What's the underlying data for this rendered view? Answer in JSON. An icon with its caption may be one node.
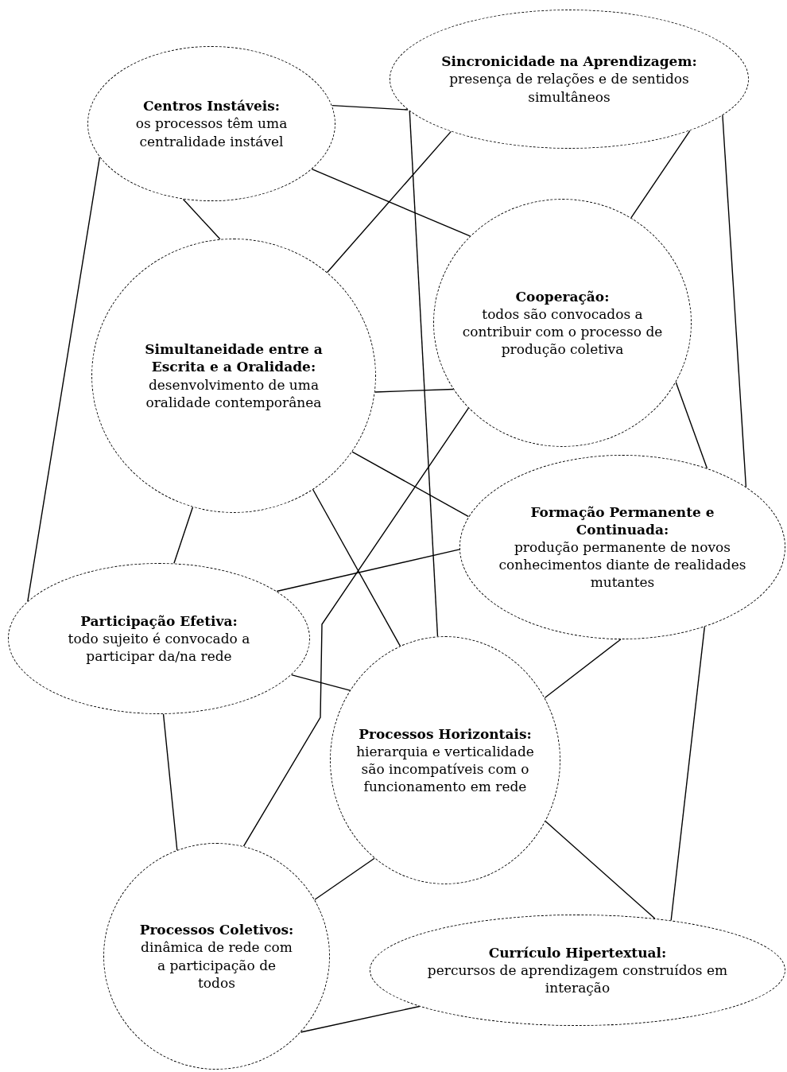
{
  "diagram": {
    "nodes": [
      {
        "text": [
          "Centros Instáveis:",
          "os processos têm uma centralidade instável"
        ]
      },
      {
        "text": [
          "Sincronicidade na Aprendizagem:",
          "presença de relações e de sentidos simultâneos"
        ]
      },
      {
        "text": [
          "Cooperação:",
          "todos são convocados a contribuir com o processo de produção coletiva"
        ]
      },
      {
        "text": [
          "Simultaneidade entre a Escrita e a Oralidade:",
          "desenvolvimento de uma oralidade contemporânea"
        ]
      },
      {
        "text": [
          "Formação Permanente e Continuada:",
          "produção permanente de novos conhecimentos diante de realidades mutantes"
        ]
      },
      {
        "text": [
          "Participação Efetiva:",
          "todo sujeito é convocado a participar da/na rede"
        ]
      },
      {
        "text": [
          "Processos Horizontais:",
          "hierarquia e verticalidade são incompatíveis com o funcionamento em rede"
        ]
      },
      {
        "text": [
          "Processos Coletivos:",
          "dinâmica de rede com a participação de todos"
        ]
      },
      {
        "text": [
          "Currículo Hipertextual:",
          "percursos de aprendizagem construídos em interação"
        ]
      }
    ],
    "edges": [
      {
        "from": 0,
        "to": 1,
        "arrow": "none"
      },
      {
        "from": 0,
        "to": 2,
        "arrow": "none"
      },
      {
        "from": 0,
        "to": 3,
        "arrow": "none"
      },
      {
        "from": 0,
        "to": 5,
        "arrow": "none"
      },
      {
        "from": 1,
        "to": 6,
        "arrow": "none"
      },
      {
        "from": 1,
        "to": 2,
        "arrow": "none"
      },
      {
        "from": 1,
        "to": 4,
        "arrow": "none"
      },
      {
        "from": 1,
        "to": 3,
        "arrow": "none"
      },
      {
        "from": 3,
        "to": 2,
        "arrow": "none"
      },
      {
        "from": 2,
        "to": 4,
        "arrow": "none"
      },
      {
        "from": 3,
        "to": 4,
        "arrow": "none"
      },
      {
        "from": 3,
        "to": 6,
        "arrow": "none"
      },
      {
        "from": 3,
        "to": 5,
        "arrow": "none"
      },
      {
        "from": 5,
        "to": 4,
        "arrow": "none"
      },
      {
        "from": 2,
        "to": 7,
        "arrow": "none"
      },
      {
        "from": 5,
        "to": 6,
        "arrow": "none"
      },
      {
        "from": 4,
        "to": 6,
        "arrow": "none"
      },
      {
        "from": 4,
        "to": 8,
        "arrow": "none"
      },
      {
        "from": 5,
        "to": 7,
        "arrow": "none"
      },
      {
        "from": 6,
        "to": 7,
        "arrow": "none"
      },
      {
        "from": 6,
        "to": 8,
        "arrow": "none"
      },
      {
        "from": 7,
        "to": 8,
        "arrow": "none"
      }
    ]
  }
}
